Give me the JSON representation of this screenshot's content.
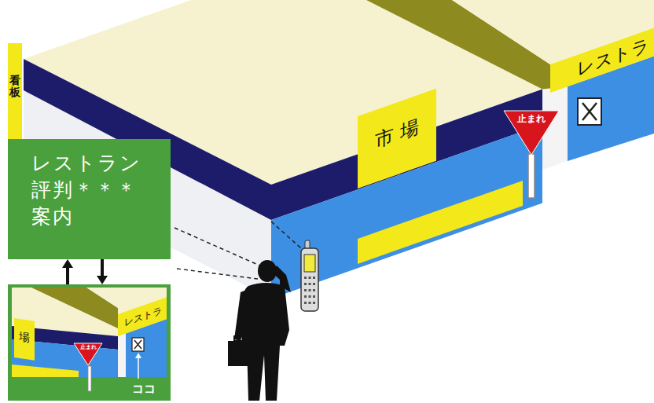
{
  "diagram": {
    "nodes": [
      {
        "text": [
          "看板"
        ]
      },
      {
        "text": [
          "レストラン 評判＊＊＊ 案内"
        ]
      },
      {
        "text": [
          "市 場"
        ]
      },
      {
        "text": [
          "止まれ"
        ]
      },
      {
        "text": [
          "レストラ"
        ]
      },
      {
        "text": [
          "ココ"
        ]
      },
      {
        "text": [
          "場"
        ],
        "in": 5
      },
      {
        "text": [
          "止まれ"
        ],
        "in": 5
      },
      {
        "text": [
          "レストラ"
        ],
        "in": 5
      }
    ],
    "edges": [
      {
        "from": 5,
        "to": 1,
        "arrow": "to"
      },
      {
        "from": 1,
        "to": 5,
        "arrow": "to"
      }
    ]
  }
}
